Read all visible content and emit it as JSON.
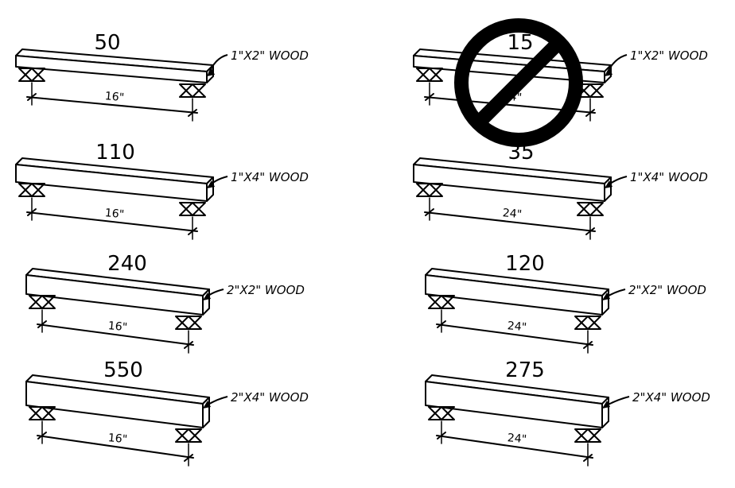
{
  "beams": [
    {
      "load": "50",
      "span": "16\"",
      "material": "1\"X2\" WOOD",
      "prohibited": false
    },
    {
      "load": "15",
      "span": "24\"",
      "material": "1\"X2\" WOOD",
      "prohibited": true
    },
    {
      "load": "110",
      "span": "16\"",
      "material": "1\"X4\" WOOD",
      "prohibited": false
    },
    {
      "load": "35",
      "span": "24\"",
      "material": "1\"X4\" WOOD",
      "prohibited": false
    },
    {
      "load": "240",
      "span": "16\"",
      "material": "2\"X2\" WOOD",
      "prohibited": false
    },
    {
      "load": "120",
      "span": "24\"",
      "material": "2\"X2\" WOOD",
      "prohibited": false
    },
    {
      "load": "550",
      "span": "16\"",
      "material": "2\"X4\" WOOD",
      "prohibited": false
    },
    {
      "load": "275",
      "span": "24\"",
      "material": "2\"X4\" WOOD",
      "prohibited": false
    }
  ],
  "colors": {
    "ink": "#000000",
    "paper": "#ffffff"
  }
}
